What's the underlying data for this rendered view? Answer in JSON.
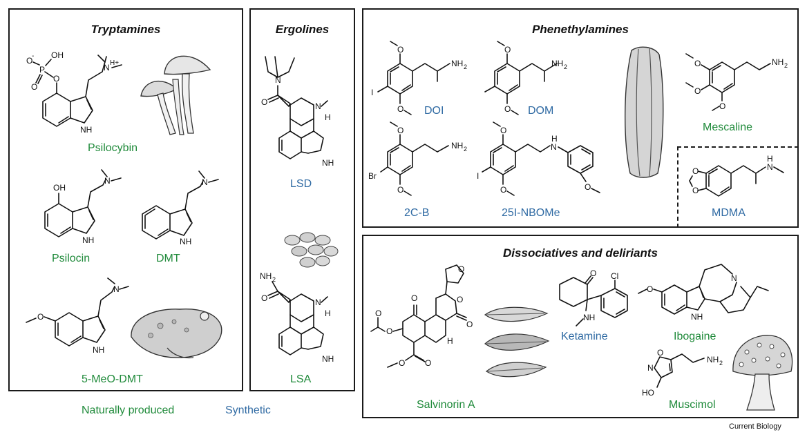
{
  "colors": {
    "natural": "#1f8a3a",
    "synthetic": "#2f6aa3",
    "border": "#1a1a1a"
  },
  "panels": {
    "tryptamines": {
      "title": "Tryptamines"
    },
    "ergolines": {
      "title": "Ergolines"
    },
    "phenethylamines": {
      "title": "Phenethylamines"
    },
    "dissociatives": {
      "title": "Dissociatives and deliriants"
    }
  },
  "compounds": {
    "psilocybin": {
      "name": "Psilocybin",
      "origin": "natural"
    },
    "psilocin": {
      "name": "Psilocin",
      "origin": "natural"
    },
    "dmt": {
      "name": "DMT",
      "origin": "natural"
    },
    "meodmt": {
      "name": "5-MeO-DMT",
      "origin": "natural"
    },
    "lsd": {
      "name": "LSD",
      "origin": "synthetic"
    },
    "lsa": {
      "name": "LSA",
      "origin": "natural"
    },
    "doi": {
      "name": "DOI",
      "origin": "synthetic"
    },
    "dom": {
      "name": "DOM",
      "origin": "synthetic"
    },
    "twocb": {
      "name": "2C-B",
      "origin": "synthetic"
    },
    "nbome": {
      "name": "25I-NBOMe",
      "origin": "synthetic"
    },
    "mescaline": {
      "name": "Mescaline",
      "origin": "natural"
    },
    "mdma": {
      "name": "MDMA",
      "origin": "synthetic"
    },
    "salvinorin": {
      "name": "Salvinorin A",
      "origin": "natural"
    },
    "ketamine": {
      "name": "Ketamine",
      "origin": "synthetic"
    },
    "ibogaine": {
      "name": "Ibogaine",
      "origin": "natural"
    },
    "muscimol": {
      "name": "Muscimol",
      "origin": "natural"
    }
  },
  "atoms": {
    "oh": "OH",
    "o": "O",
    "o_minus": "O",
    "minus": "-",
    "p": "P",
    "nh": "NH",
    "n": "N",
    "h": "H",
    "hplus": "H+",
    "nh2": "NH",
    "sub2": "2",
    "i": "I",
    "br": "Br",
    "cl": "Cl",
    "ho": "HO",
    "h_plain": "H"
  },
  "legend": {
    "natural": "Naturally produced",
    "synthetic": "Synthetic"
  },
  "credit": "Current Biology"
}
